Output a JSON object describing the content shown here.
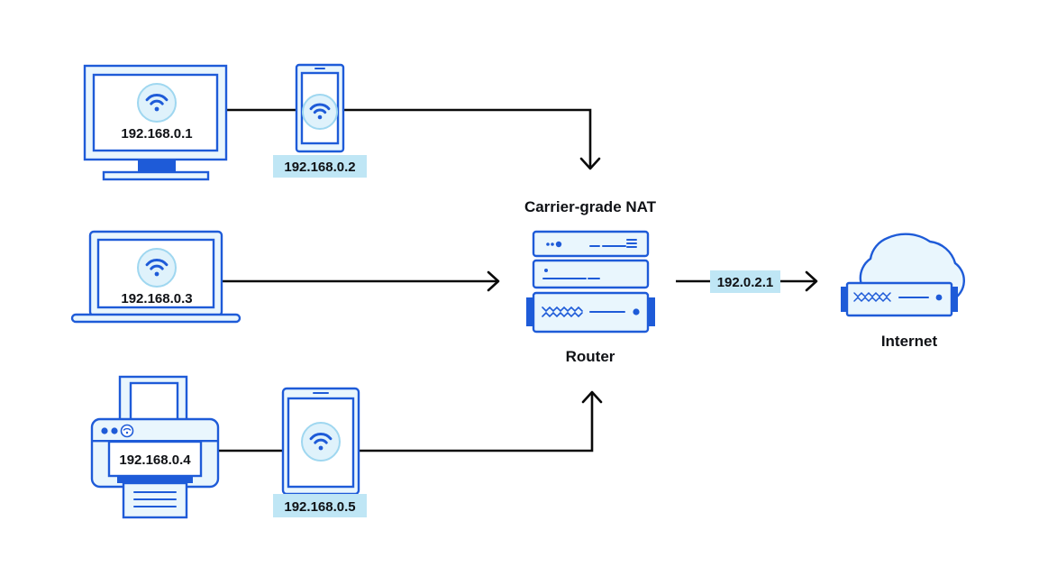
{
  "devices": {
    "desktop": {
      "ip": "192.168.0.1",
      "icon": "wifi-icon"
    },
    "phone": {
      "ip": "192.168.0.2",
      "icon": "wifi-icon"
    },
    "laptop": {
      "ip": "192.168.0.3",
      "icon": "wifi-icon"
    },
    "printer": {
      "ip": "192.168.0.4",
      "icon": "wifi-icon"
    },
    "tablet": {
      "ip": "192.168.0.5",
      "icon": "wifi-icon"
    }
  },
  "nat": {
    "title": "Carrier-grade NAT",
    "router_label": "Router"
  },
  "public_link": {
    "ip": "192.0.2.1"
  },
  "internet": {
    "label": "Internet"
  },
  "colors": {
    "accent": "#1e5bd8",
    "fill": "#e9f6fd",
    "label_chip": "#bfe6f5",
    "line": "#0a0a0a"
  }
}
